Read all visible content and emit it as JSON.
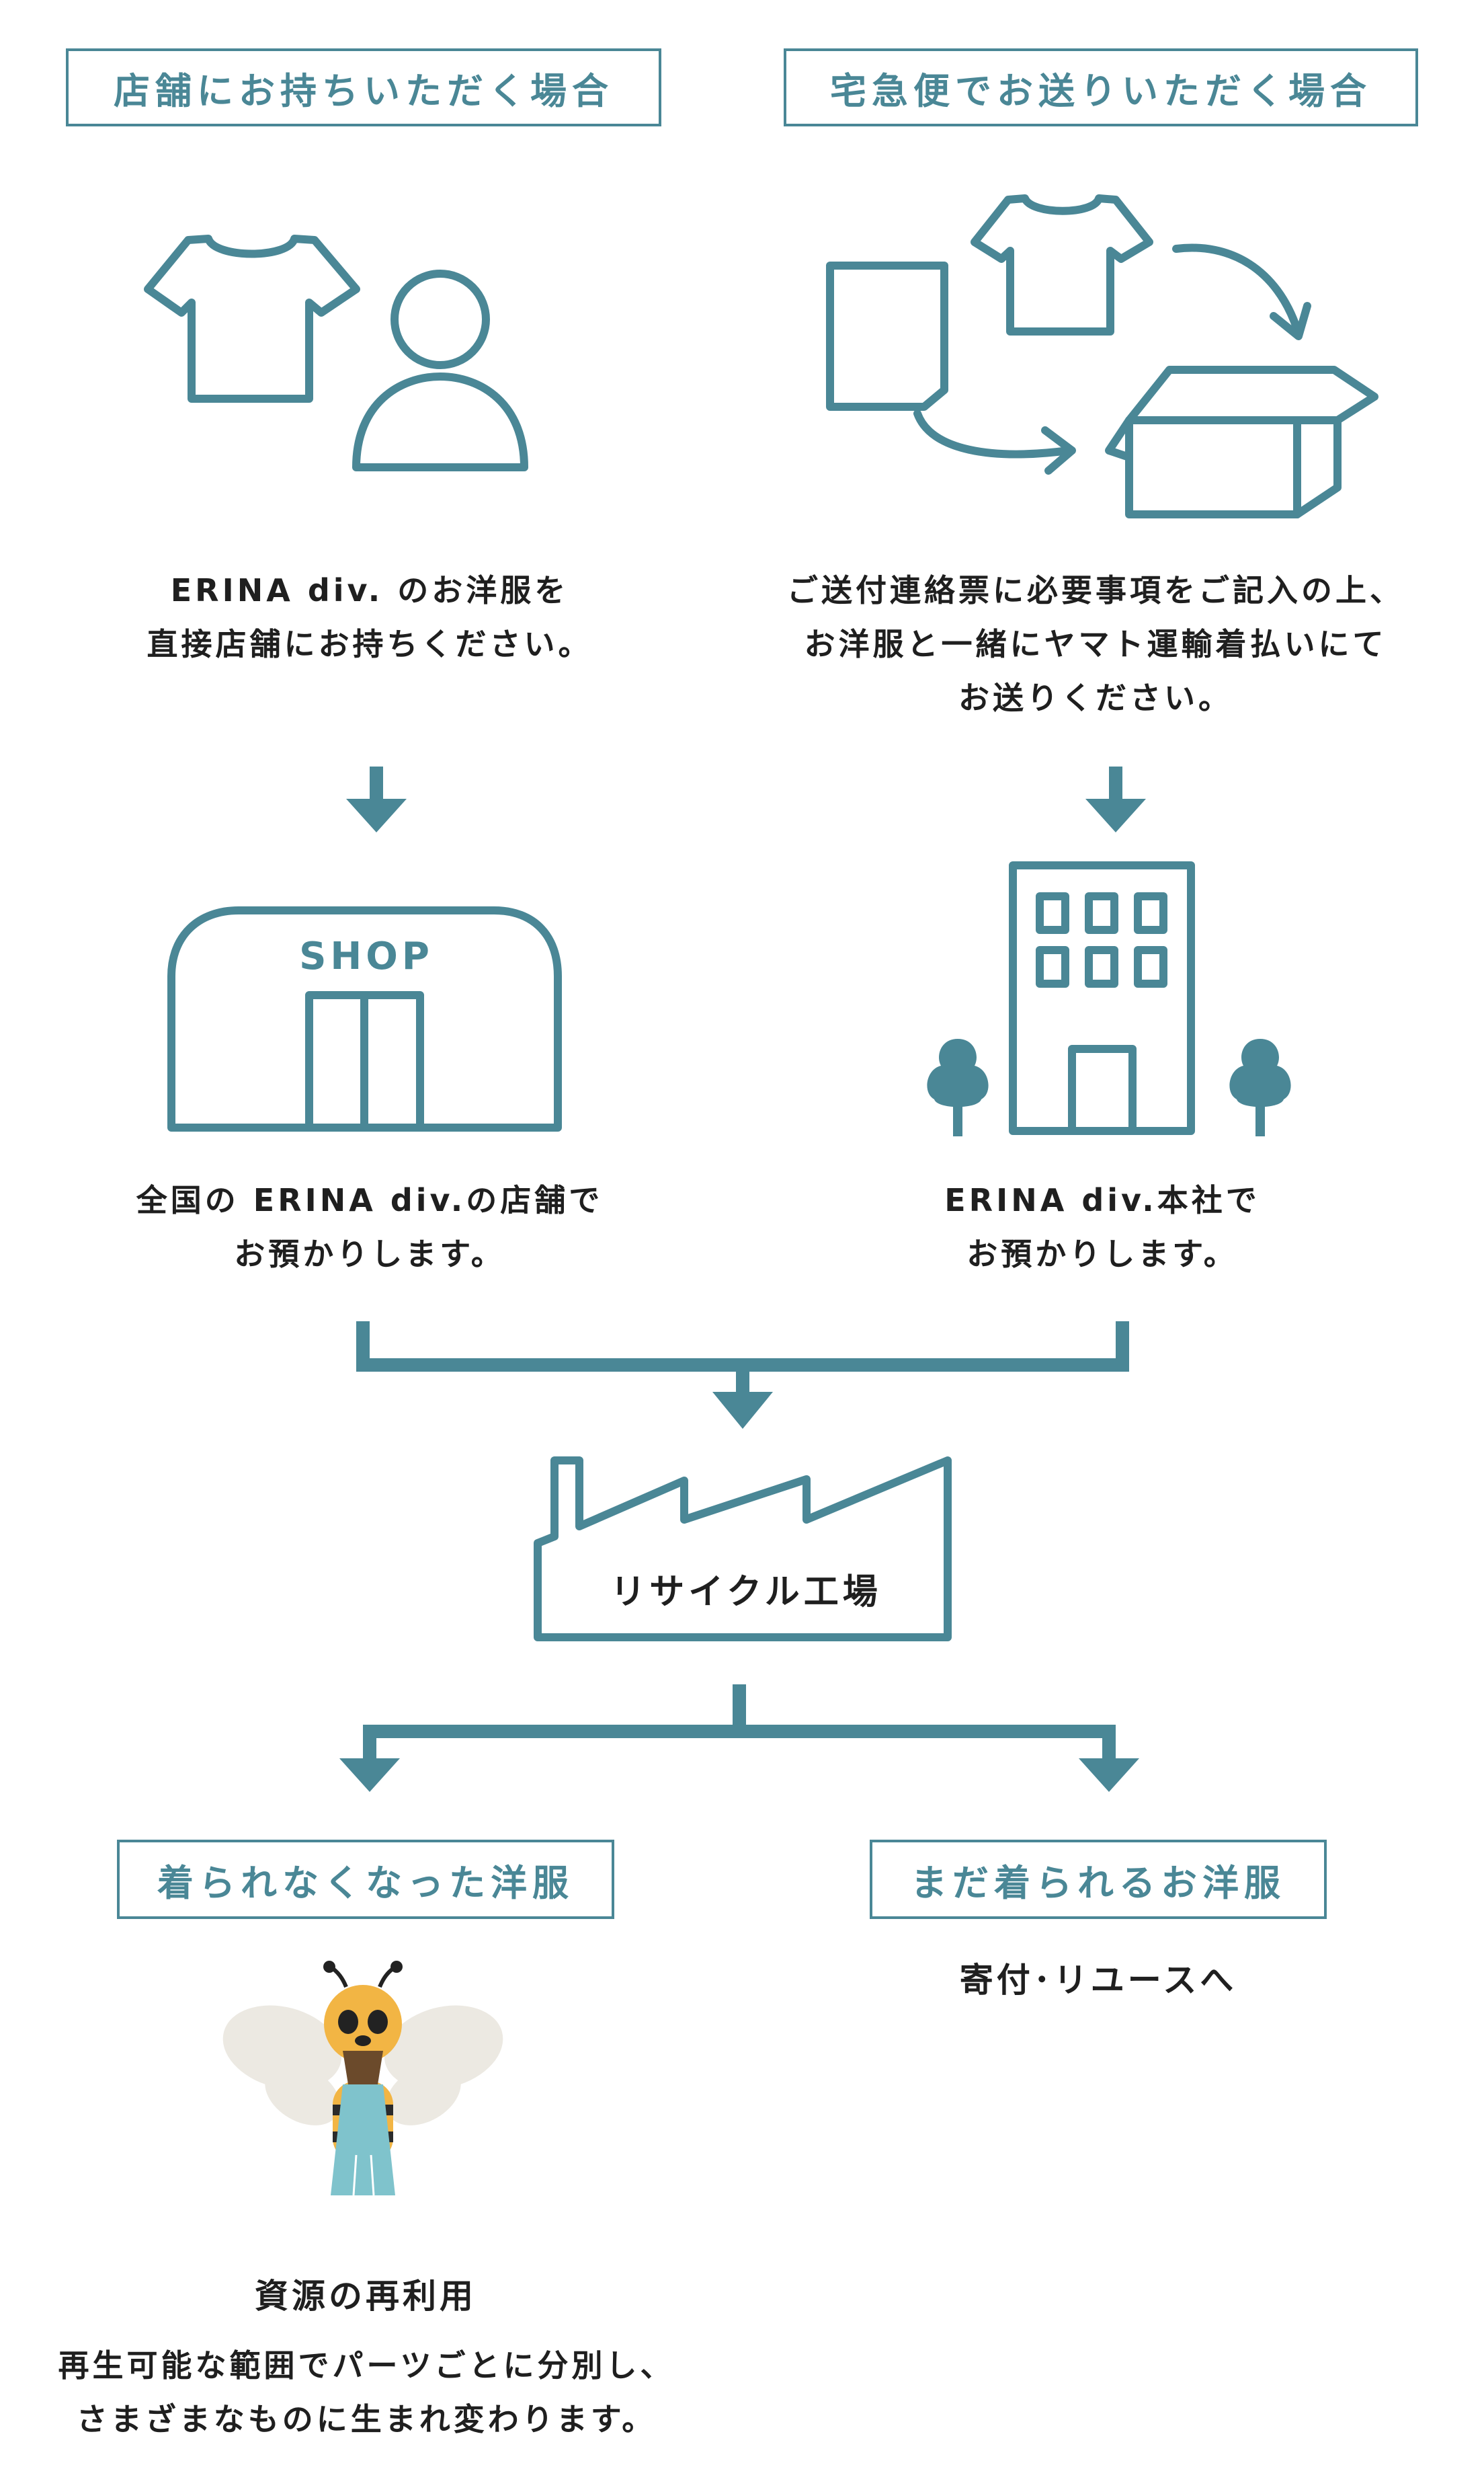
{
  "colors": {
    "accent": "#4a8796",
    "text": "#1f1f1f",
    "bee_body": "#f2b544",
    "bee_face": "#6b4a2b",
    "bee_dress": "#7fc3cc",
    "wing": "#ece9e2"
  },
  "left": {
    "header": "店舗にお持ちいただく場合",
    "desc": [
      "ERINA div. のお洋服を",
      "直接店舗にお持ちください。"
    ],
    "shop_sign": "SHOP",
    "result": [
      "全国の ERINA div.の店舗で",
      "お預かりします。"
    ]
  },
  "right": {
    "header": "宅急便でお送りいただく場合",
    "desc": [
      "ご送付連絡票に必要事項をご記入の上、",
      "お洋服と一緒にヤマト運輸着払いにて",
      "お送りください。"
    ],
    "result": [
      "ERINA div.本社で",
      "お預かりします。"
    ]
  },
  "factory": {
    "label": "リサイクル工場"
  },
  "outcome_left": {
    "header": "着られなくなった洋服",
    "title": "資源の再利用",
    "desc": [
      "再生可能な範囲でパーツごとに分別し、",
      "さまざまなものに生まれ変わります。"
    ]
  },
  "outcome_right": {
    "header": "まだ着られるお洋服",
    "desc": "寄付･リユースへ"
  },
  "icons": [
    "tshirt-icon",
    "person-icon",
    "document-icon",
    "box-icon",
    "shop-icon",
    "office-building-icon",
    "tree-icon",
    "factory-icon",
    "bee-mascot-icon",
    "arrow-down-icon"
  ]
}
